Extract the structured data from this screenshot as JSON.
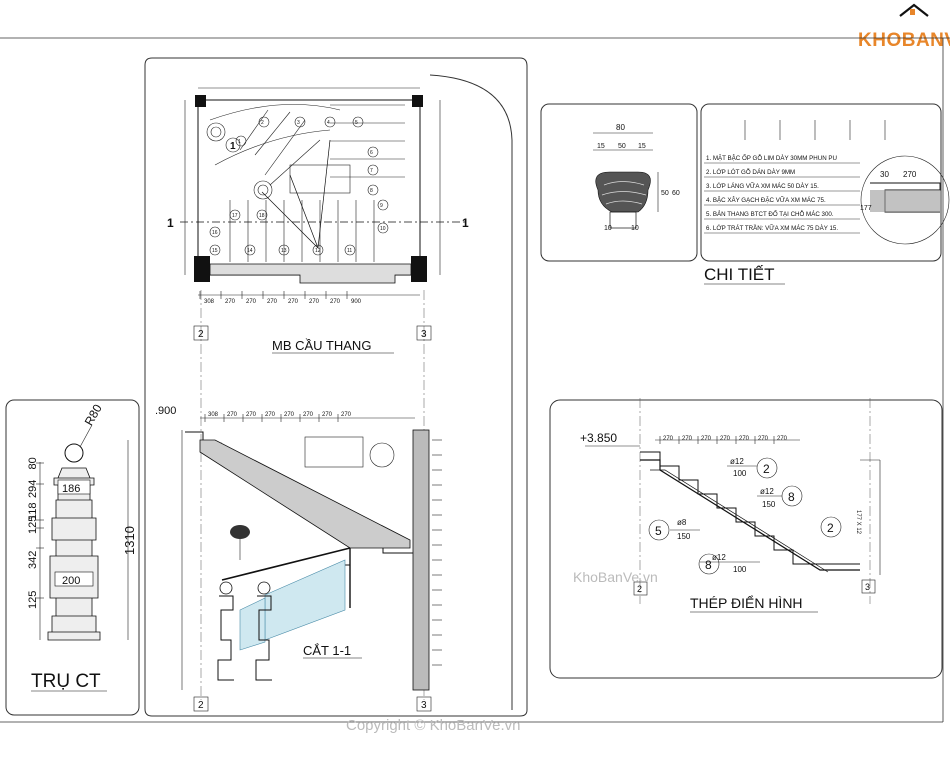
{
  "logo": {
    "text": "KHOBANVE"
  },
  "watermark": {
    "mid": "KhoBanVe.vn",
    "bottom": "Copyright © KhoBanVe.vn"
  },
  "titles": {
    "plan": "MB CẦU THANG",
    "section": "CẮT 1-1",
    "detail": "CHI TIẾT",
    "column": "TRỤ CT",
    "rebar": "THÉP ĐIỂN HÌNH"
  },
  "axes": {
    "a2": "2",
    "a3": "3",
    "cut": "1"
  },
  "levels": {
    "rebar_level": "+3.850",
    "section_level": ".900"
  },
  "column_dims": {
    "radius": "R80",
    "top_width": "186",
    "mid_width": "200",
    "total": "1310",
    "segments": [
      "80",
      "294",
      "118",
      "125",
      "342",
      "125"
    ]
  },
  "handrail_dims": {
    "width": "80",
    "parts": [
      "15",
      "50",
      "15"
    ],
    "h1": "50",
    "h2": "60",
    "bottom": [
      "10",
      "10"
    ]
  },
  "notes": [
    "1. MẶT BẬC ỐP GỖ LIM DÀY 30MM PHUN PU",
    "2. LỚP LÓT GỖ DÁN DÀY 9MM",
    "3. LỚP LÁNG VỮA XM MÁC 50 DÀY 15.",
    "4. BẬC XÂY GẠCH ĐẶC VỮA XM MÁC 75.",
    "5. BẢN THANG BTCT ĐỔ TẠI CHỖ MÁC 300.",
    "6. LỚP TRÁT TRẦN: VỮA XM MÁC 75 DÀY 15."
  ],
  "tread_dims": {
    "a": "30",
    "b": "270",
    "riser": "177"
  },
  "plan_bottom_dims": [
    "308",
    "270",
    "270",
    "270",
    "270",
    "270",
    "270",
    "900"
  ],
  "section_top_dims": [
    "308",
    "270",
    "270",
    "270",
    "270",
    "270",
    "270",
    "270"
  ],
  "rebar_top_dims": [
    "270",
    "270",
    "270",
    "270",
    "270",
    "270",
    "270"
  ],
  "rebar_labels": {
    "phi12a": "ø12",
    "s100a": "100",
    "phi12b": "ø12",
    "s150a": "150",
    "phi8": "ø8",
    "s150b": "150",
    "phi12c": "ø12",
    "s100b": "100",
    "m2a": "2",
    "m8a": "8",
    "m5": "5",
    "m8b": "8",
    "m2b": "2",
    "side_dim": "177 X 12"
  },
  "plan_steps": [
    "1",
    "2",
    "3",
    "4",
    "5",
    "6",
    "7",
    "8",
    "9",
    "10",
    "11",
    "12",
    "13",
    "14",
    "15",
    "16",
    "17",
    "18"
  ]
}
